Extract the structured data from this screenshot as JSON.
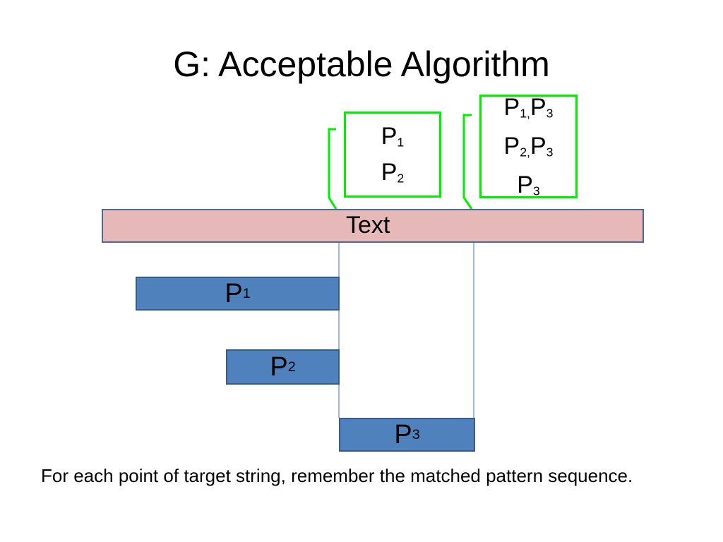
{
  "title": "G: Acceptable Algorithm",
  "text_bar": {
    "label": "Text"
  },
  "patterns": [
    {
      "base": "P",
      "sub": "1"
    },
    {
      "base": "P",
      "sub": "2"
    },
    {
      "base": "P",
      "sub": "3"
    }
  ],
  "box_left": {
    "lines": [
      {
        "base": "P",
        "sub": "1"
      },
      {
        "base": "P",
        "sub": "2"
      }
    ]
  },
  "box_right": {
    "lines": [
      {
        "a": "P",
        "a_sub": "1,",
        "b": "P",
        "b_sub": "3"
      },
      {
        "a": "P",
        "a_sub": "2,",
        "b": "P",
        "b_sub": "3"
      },
      {
        "a": "P",
        "a_sub": "3",
        "b": "",
        "b_sub": ""
      }
    ]
  },
  "caption": "For each point of target string, remember the matched pattern sequence.",
  "colors": {
    "text_bar_fill": "#e6b8b7",
    "pattern_fill": "#4f81bd",
    "box_border": "#00ee00",
    "guide_line": "#7f9fcf"
  }
}
